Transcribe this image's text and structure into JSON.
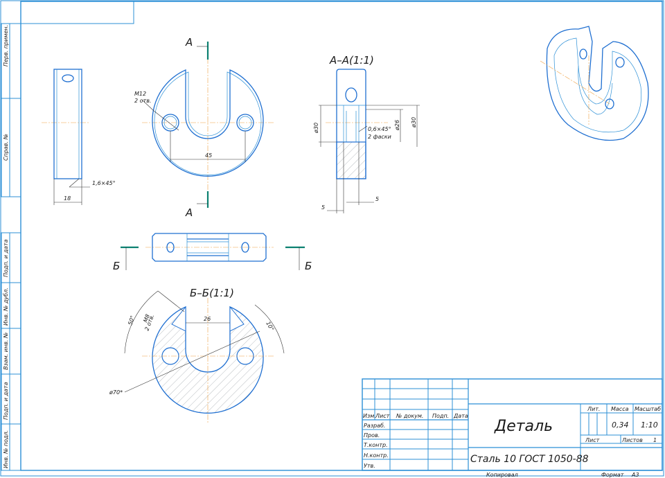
{
  "side_stamps": [
    "Перв. примен.",
    "Справ. №",
    "Подп. и дата",
    "Инв. № дубл.",
    "Взам. инв. №",
    "Подп. и дата",
    "Инв. № подл."
  ],
  "views": {
    "section_aa_title": "А–А(1:1)",
    "section_bb_title": "Б–Б(1:1)",
    "cut_a": "А",
    "cut_b": "Б"
  },
  "dimensions": {
    "thread_note_1": "М12",
    "thread_note_2": "2 отв.",
    "d45": "45",
    "d18": "18",
    "chamfer_side": "1,6×45°",
    "d30_left": "ø30",
    "d26": "ø26",
    "d30_right": "ø30",
    "chamfer_note_1": "0,6×45°",
    "chamfer_note_2": "2 фаски",
    "d5_left": "5",
    "d5_right": "5",
    "d26_bb": "26",
    "angle_50": "50°",
    "angle_10": "10°",
    "thread_bb": "М8",
    "thread_bb_2": "2 отв.",
    "d70": "ø70*"
  },
  "title_block": {
    "col_izm": "Изм.",
    "col_list": "Лист",
    "col_docnum": "№ докум.",
    "col_sign": "Подп.",
    "col_date": "Дата",
    "row_razrab": "Разраб.",
    "row_prov": "Пров.",
    "row_tkontr": "Т.контр.",
    "row_nkontr": "Н.контр.",
    "row_utv": "Утв.",
    "name": "Деталь",
    "material": "Сталь 10  ГОСТ 1050-88",
    "lit_label": "Лит.",
    "mass_label": "Масса",
    "scale_label": "Масштаб",
    "mass_value": "0,34",
    "scale_value": "1:10",
    "sheet_label": "Лист",
    "sheets_label": "Листов",
    "sheets_value": "1",
    "copied": "Копировал",
    "format_label": "Формат",
    "format_value": "А3"
  }
}
